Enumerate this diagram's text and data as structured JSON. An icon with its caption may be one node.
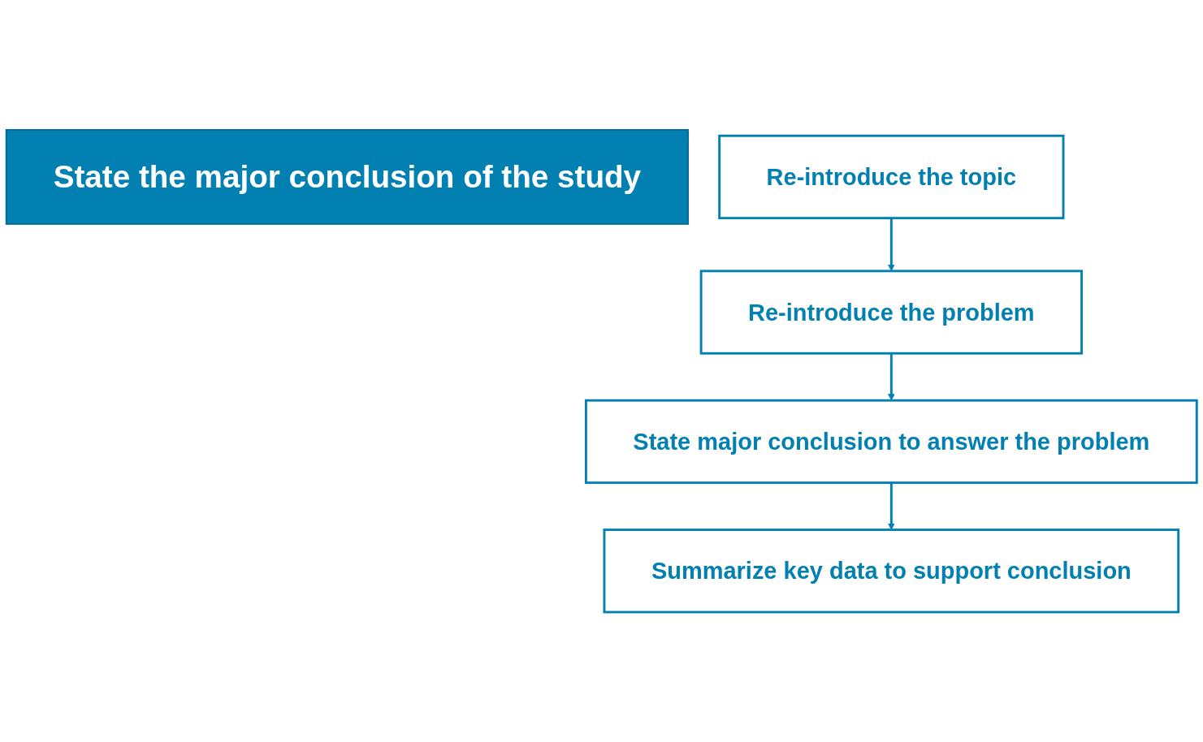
{
  "diagram": {
    "nodes": [
      {
        "text": [
          "State the major conclusion of the study"
        ]
      },
      {
        "text": [
          "Re-introduce the topic"
        ]
      },
      {
        "text": [
          "Re-introduce the problem"
        ]
      },
      {
        "text": [
          "State major conclusion to answer the problem"
        ]
      },
      {
        "text": [
          "Summarize key data to support conclusion"
        ]
      }
    ],
    "edges": [
      {
        "from": 1,
        "to": 2,
        "arrow": "to"
      },
      {
        "from": 2,
        "to": 3,
        "arrow": "to"
      },
      {
        "from": 3,
        "to": 4,
        "arrow": "to"
      }
    ]
  }
}
